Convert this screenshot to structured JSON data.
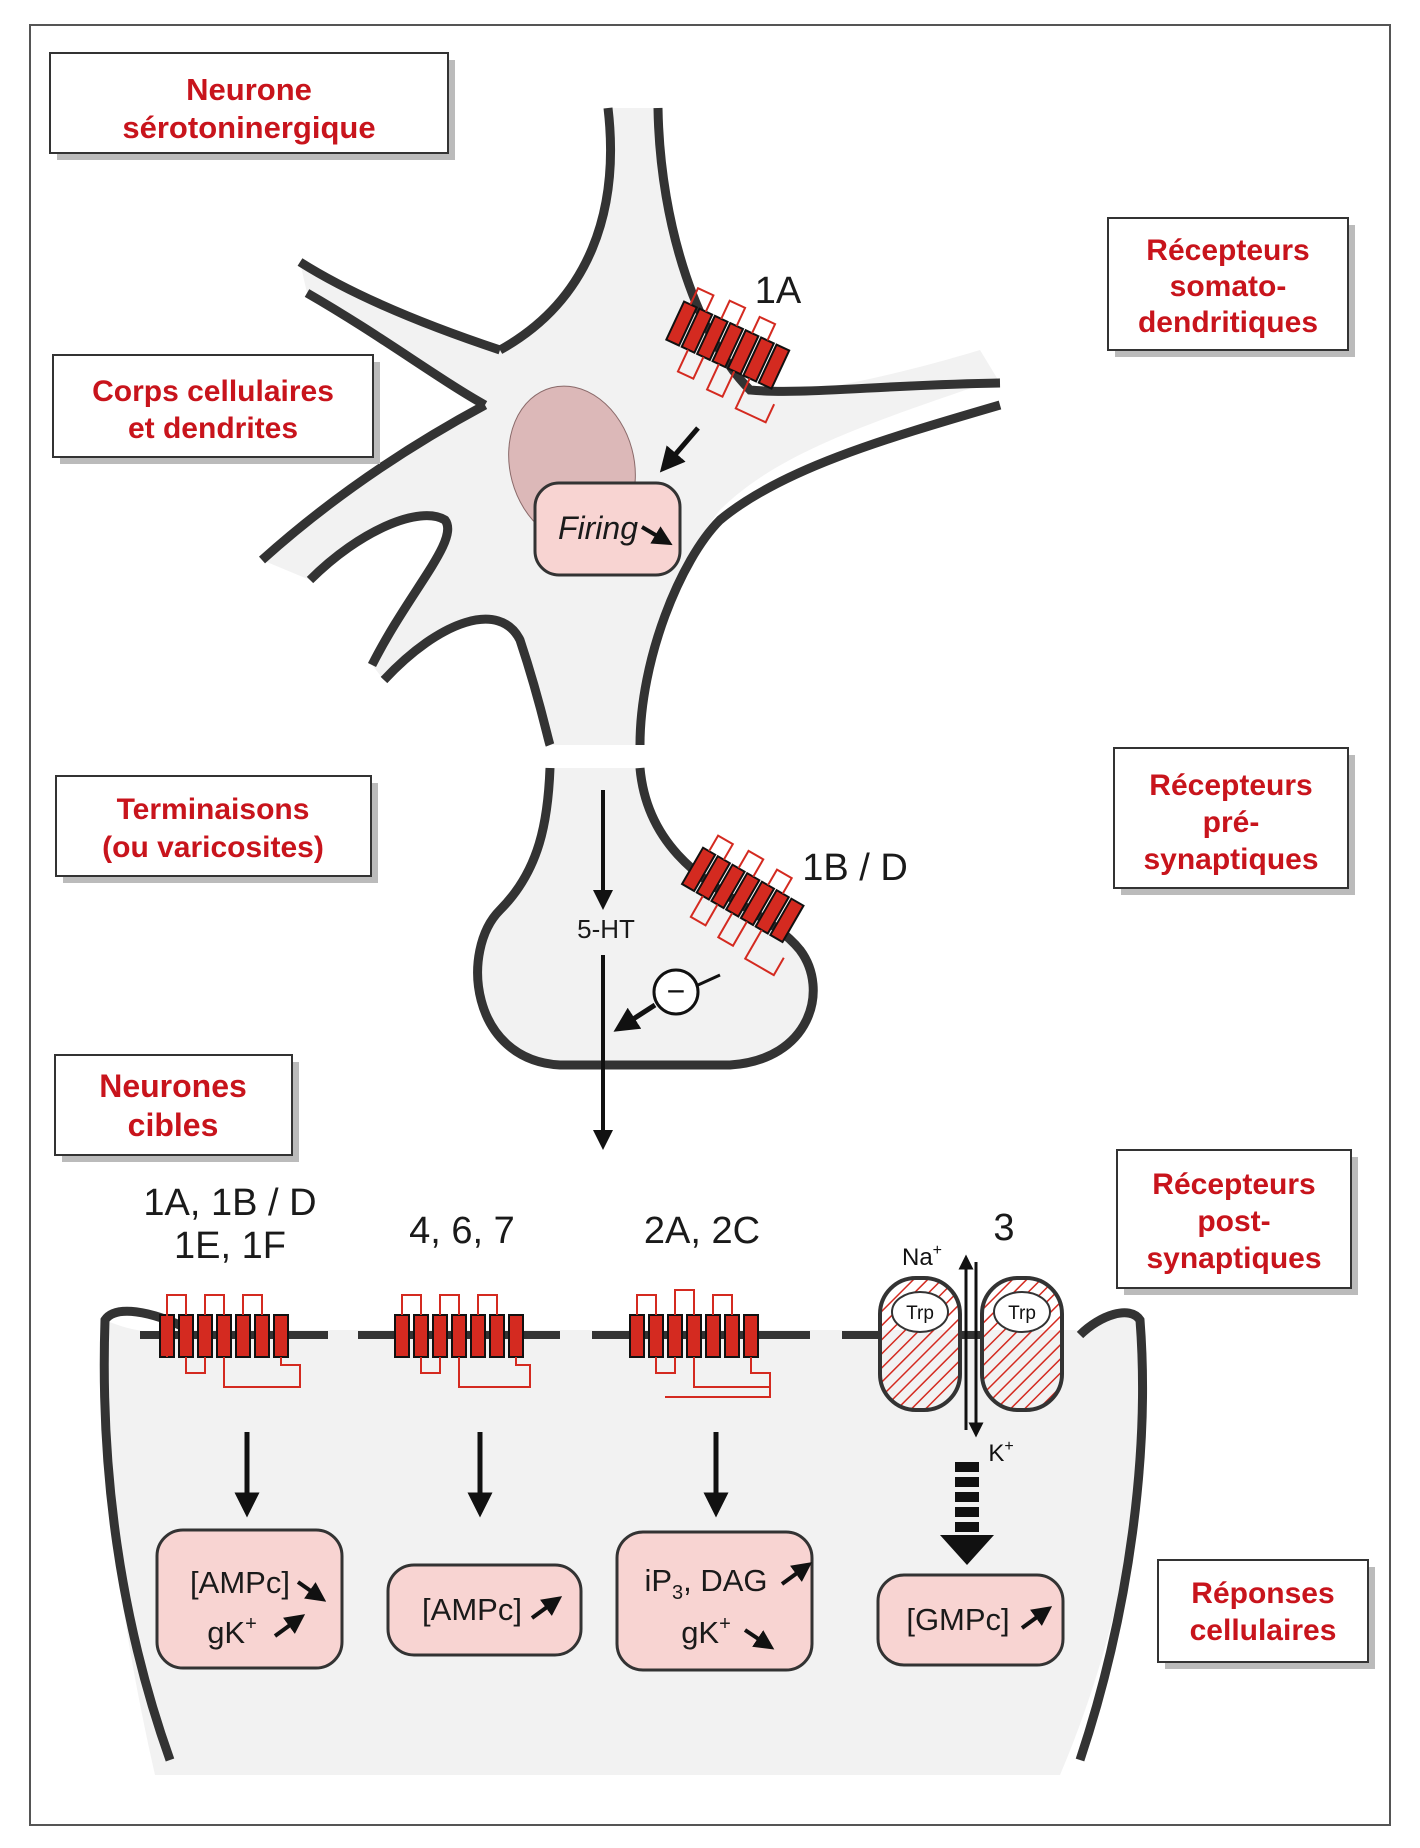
{
  "labels": {
    "neurone_line1": "Neurone",
    "neurone_line2": "sérotoninergique",
    "corps_line1": "Corps cellulaires",
    "corps_line2": "et dendrites",
    "term_line1": "Terminaisons",
    "term_line2": "(ou varicosites)",
    "cibles_line1": "Neurones",
    "cibles_line2": "cibles",
    "somato_line1": "Récepteurs",
    "somato_line2": "somato-",
    "somato_line3": "dendritiques",
    "pre_line1": "Récepteurs",
    "pre_line2": "pré-",
    "pre_line3": "synaptiques",
    "post_line1": "Récepteurs",
    "post_line2": "post-",
    "post_line3": "synaptiques",
    "rep_line1": "Réponses",
    "rep_line2": "cellulaires"
  },
  "receptors": {
    "somato": "1A",
    "pre": "1B / D",
    "post1_line1": "1A, 1B / D",
    "post1_line2": "1E, 1F",
    "post2": "4, 6, 7",
    "post3": "2A, 2C",
    "post4": "3"
  },
  "signals": {
    "firing": "Firing",
    "transmitter": "5-HT",
    "minus": "−",
    "na": "Na",
    "k": "K",
    "plus": "+",
    "trp": "Trp"
  },
  "responses": {
    "r1_line1": "[AMPc]",
    "r1_line2": "gK",
    "r2": "[AMPc]",
    "r3_line1_a": "iP",
    "r3_line1_sub": "3",
    "r3_line1_b": ", DAG",
    "r3_line2": "gK",
    "r4": "[GMPc]"
  },
  "colors": {
    "label_red": "#c8141c",
    "receptor_red": "#d42a20",
    "response_fill": "#f8d4d2",
    "cell_fill": "#f2f2f2",
    "membrane": "#333333"
  }
}
